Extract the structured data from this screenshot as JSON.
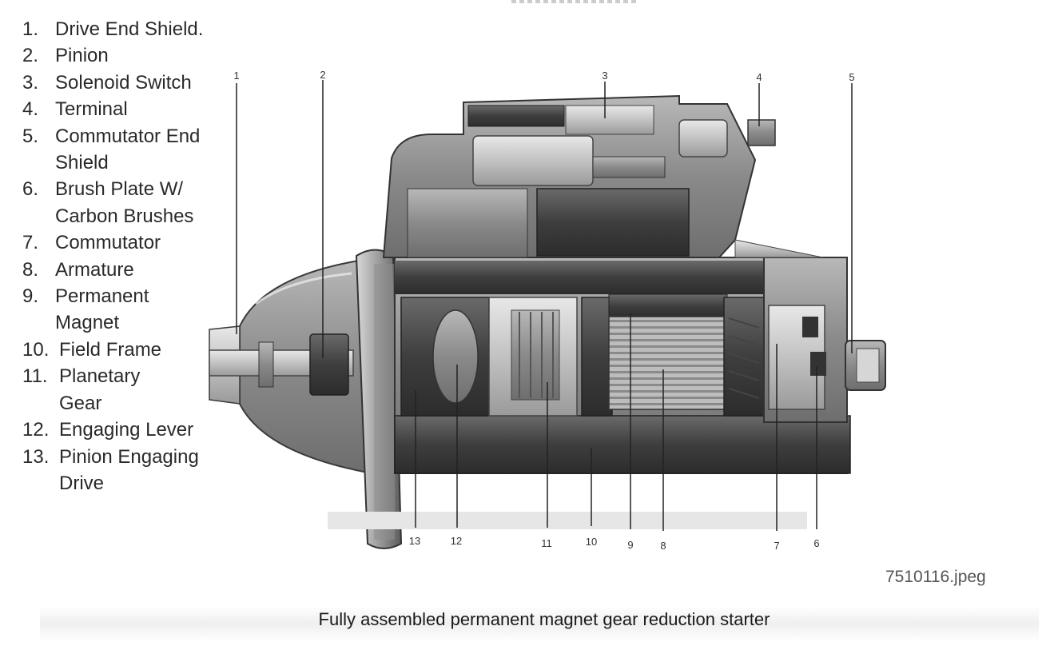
{
  "legend": [
    {
      "num": "1.",
      "label": "Drive End Shield."
    },
    {
      "num": "2.",
      "label": "Pinion"
    },
    {
      "num": "3.",
      "label": "Solenoid Switch"
    },
    {
      "num": "4.",
      "label": "Terminal"
    },
    {
      "num": "5.",
      "label": "Commutator End\nShield"
    },
    {
      "num": "6.",
      "label": "Brush Plate W/\nCarbon Brushes"
    },
    {
      "num": "7.",
      "label": "Commutator"
    },
    {
      "num": "8.",
      "label": "Armature"
    },
    {
      "num": "9.",
      "label": "Permanent\nMagnet"
    },
    {
      "num": "10.",
      "label": "Field Frame"
    },
    {
      "num": "11.",
      "label": "Planetary\n Gear"
    },
    {
      "num": "12.",
      "label": "Engaging Lever"
    },
    {
      "num": "13.",
      "label": "Pinion Engaging\nDrive"
    }
  ],
  "callouts_top": [
    "1",
    "2",
    "3",
    "4",
    "5"
  ],
  "callouts_bottom": [
    "13",
    "12",
    "11",
    "10",
    "9",
    "8",
    "7",
    "6"
  ],
  "image_id": "7510116.jpeg",
  "caption": "Fully assembled permanent magnet gear reduction starter"
}
